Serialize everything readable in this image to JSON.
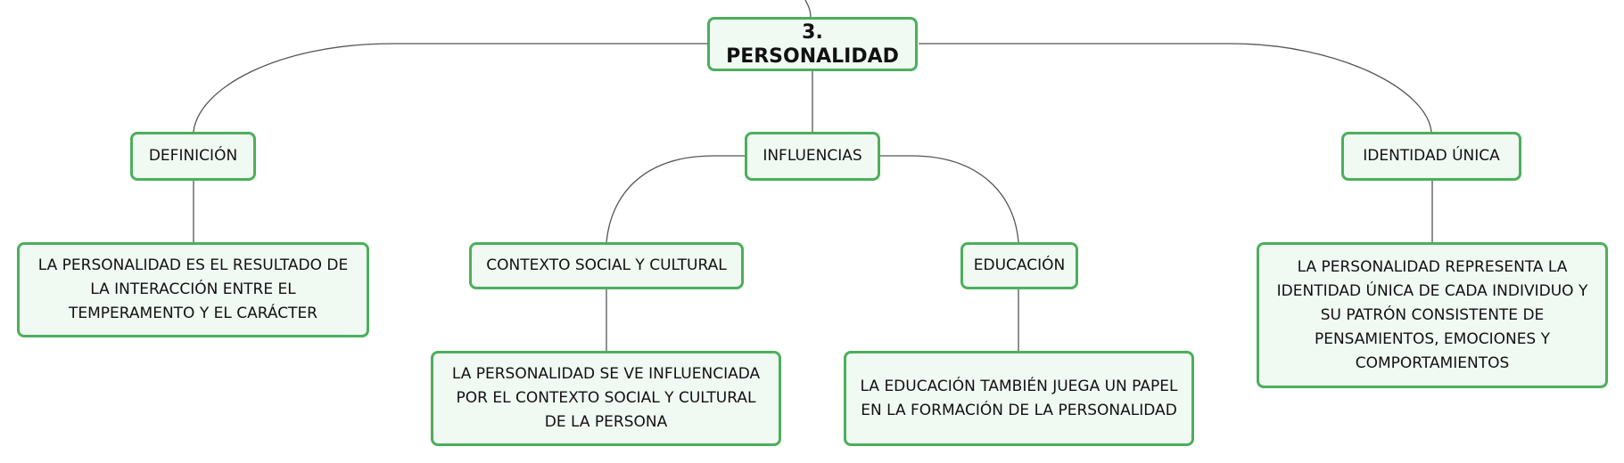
{
  "diagram": {
    "root": "3. PERSONALIDAD",
    "branches": {
      "definicion": {
        "label": "DEFINICIÓN",
        "detail": "LA PERSONALIDAD ES EL RESULTADO DE LA INTERACCIÓN ENTRE EL TEMPERAMENTO Y EL CARÁCTER"
      },
      "influencias": {
        "label": "INFLUENCIAS",
        "children": {
          "contexto": {
            "label": "CONTEXTO SOCIAL Y CULTURAL",
            "detail": "LA PERSONALIDAD SE VE INFLUENCIADA POR EL CONTEXTO SOCIAL Y CULTURAL DE LA PERSONA"
          },
          "educacion": {
            "label": "EDUCACIÓN",
            "detail": "LA EDUCACIÓN TAMBIÉN JUEGA UN PAPEL EN LA FORMACIÓN DE LA PERSONALIDAD"
          }
        }
      },
      "identidad": {
        "label": "IDENTIDAD ÚNICA",
        "detail": "LA PERSONALIDAD REPRESENTA LA IDENTIDAD ÚNICA DE CADA INDIVIDUO Y SU PATRÓN CONSISTENTE DE PENSAMIENTOS, EMOCIONES Y COMPORTAMIENTOS"
      }
    },
    "colors": {
      "node_border": "#4caf5c",
      "node_fill": "#f1f9f3",
      "connector": "#555555"
    }
  }
}
